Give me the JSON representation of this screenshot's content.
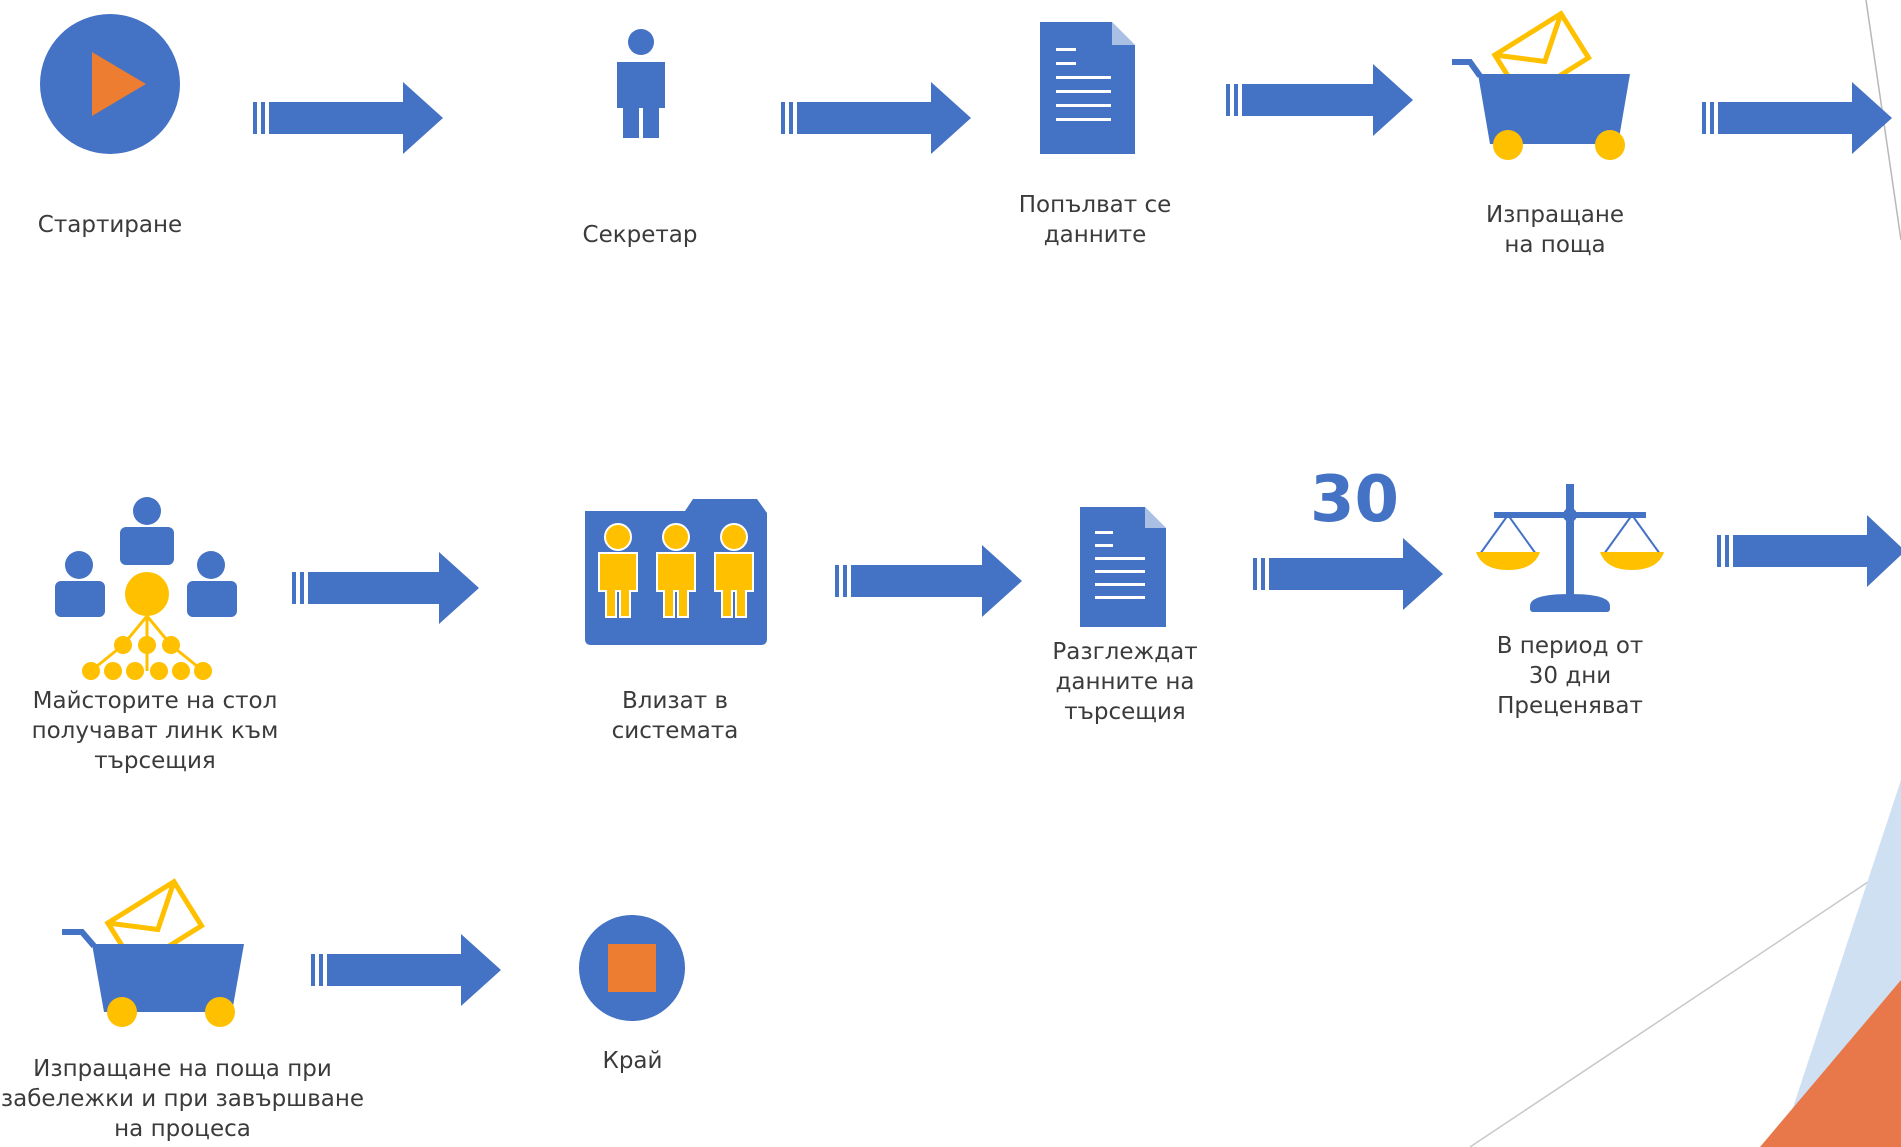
{
  "colors": {
    "primary_blue": "#4472c4",
    "accent_orange": "#ed7d31",
    "accent_yellow": "#ffc000",
    "deco_light_blue": "#cfe0f3",
    "deco_orange": "#e8784a"
  },
  "row1": {
    "start": {
      "icon": "play-circle-icon",
      "label": "Стартиране"
    },
    "secretary": {
      "icon": "person-icon",
      "label": "Секретар"
    },
    "fill_data": {
      "icon": "document-icon",
      "label": "Попълват се\nданните"
    },
    "send_mail": {
      "icon": "mail-cart-icon",
      "label": "Изпращане\nна поща"
    }
  },
  "row2": {
    "masters": {
      "icon": "org-chart-people-icon",
      "label": "Майсторите на стол\nполучават линк към\nтърсещия"
    },
    "enter_system": {
      "icon": "people-folder-icon",
      "label": "Влизат в\nсистемата"
    },
    "review_data": {
      "icon": "document-icon",
      "label": "Разглеждат\nданните на\nтърсещия"
    },
    "days_number": "30",
    "assess": {
      "icon": "scales-icon",
      "label": "В период от\n30 дни\nПреценяват"
    }
  },
  "row3": {
    "send_mail_notes": {
      "icon": "mail-cart-icon",
      "label": "Изпращане на поща при\nзабележки и при завършване\nна процеса"
    },
    "end": {
      "icon": "stop-circle-icon",
      "label": "Край"
    }
  }
}
